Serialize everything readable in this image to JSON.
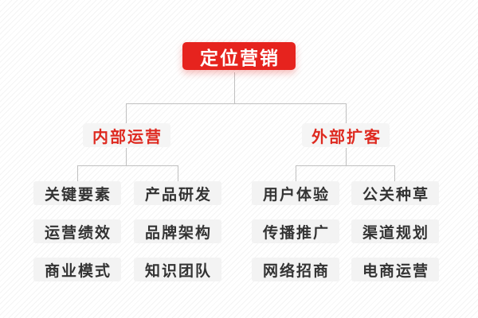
{
  "root": {
    "label": "定位营销"
  },
  "branches": [
    {
      "label": "内部运营",
      "children": [
        "关键要素",
        "产品研发",
        "运营绩效",
        "品牌架构",
        "商业模式",
        "知识团队"
      ]
    },
    {
      "label": "外部扩客",
      "children": [
        "用户体验",
        "公关种草",
        "传播推广",
        "渠道规划",
        "网络招商",
        "电商运营"
      ]
    }
  ],
  "colors": {
    "root_bg": "#e6231e",
    "root_text": "#ffffff",
    "branch_text": "#de2a20",
    "node_bg": "#f3f3f3",
    "leaf_text": "#333333",
    "connector": "#c0c0c0"
  }
}
